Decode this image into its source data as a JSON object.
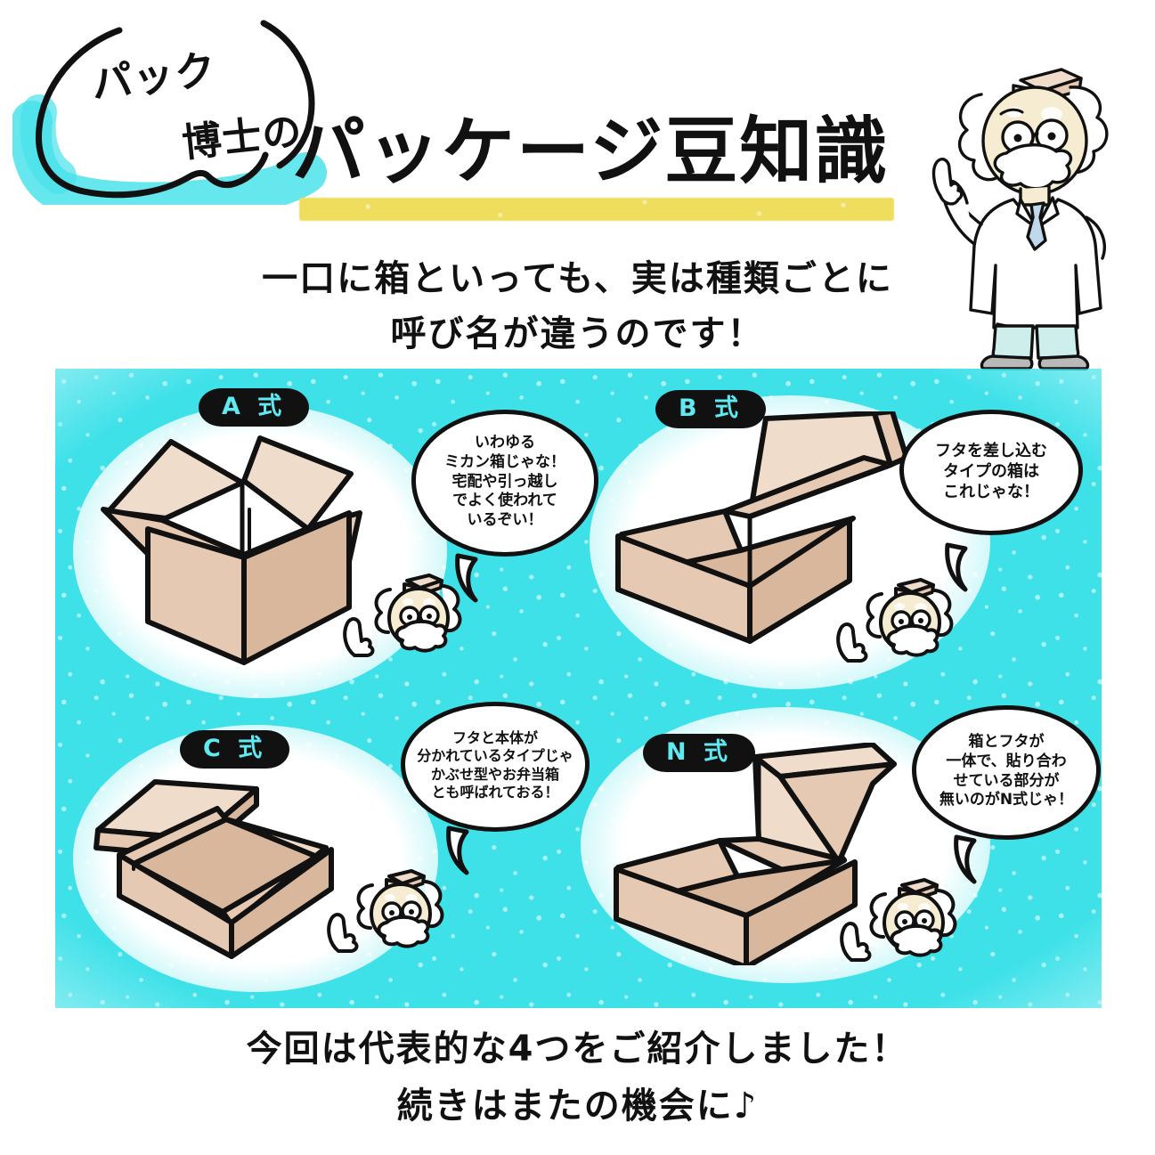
{
  "palette": {
    "cyan": "#3fe1e9",
    "yellow": "#efdc56",
    "cardboard_light": "#f0dccb",
    "cardboard_mid": "#e6c9b2",
    "cardboard_dark": "#d9b79c",
    "ink": "#111111",
    "label_text": "#5fe9f0",
    "skin": "#f6ecd2",
    "pants": "#cdeeea",
    "shoe": "#b9b9b9",
    "tie": "#bfd9ea"
  },
  "header": {
    "kicker_line1": "パック",
    "kicker_line2": "博士の",
    "title": "パッケージ豆知識",
    "subtitle_line1": "一口に箱といっても、実は種類ごとに",
    "subtitle_line2": "呼び名が違うのです！"
  },
  "panel": {
    "items": [
      {
        "id": "a",
        "label": "A 式",
        "box_type": "open-flap-carton",
        "bubble_lines": [
          "いわゆる",
          "ミカン箱じゃな！",
          "宅配や引っ越し",
          "でよく使われて",
          "いるぞい！"
        ]
      },
      {
        "id": "b",
        "label": "B 式",
        "box_type": "tuck-in-lid-box",
        "bubble_lines": [
          "フタを差し込む",
          "タイプの箱は",
          "これじゃな！"
        ]
      },
      {
        "id": "c",
        "label": "C 式",
        "box_type": "separate-lid-tray",
        "bubble_lines": [
          "フタと本体が",
          "分かれているタイプじゃ",
          "かぶせ型やお弁当箱",
          "とも呼ばれておる！"
        ]
      },
      {
        "id": "n",
        "label": "N 式",
        "box_type": "one-piece-folded-box",
        "bubble_lines": [
          "箱とフタが",
          "一体で、貼り合わ",
          "せている部分が",
          "無いのがN式じゃ！"
        ]
      }
    ]
  },
  "footer": {
    "line1": "今回は代表的な4つをご紹介しました！",
    "line2": "続きはまたの機会に♪"
  },
  "character": {
    "name": "pack-hakase",
    "description": "白衣の博士",
    "pose": "pointing-up"
  }
}
